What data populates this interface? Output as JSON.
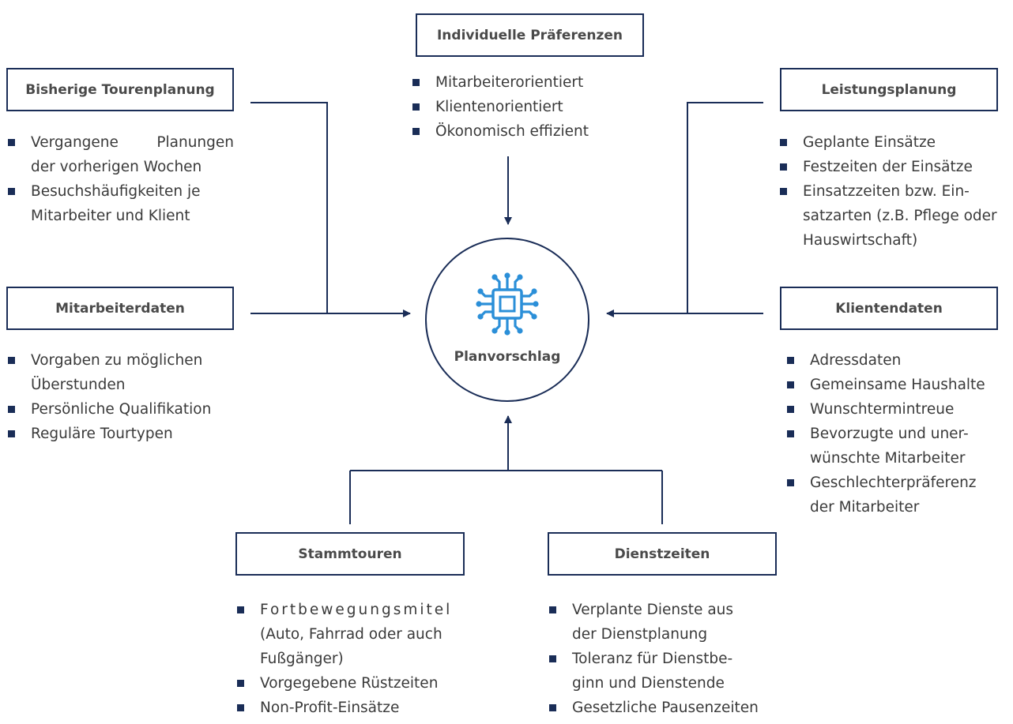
{
  "center": {
    "label": "Planvorschlag",
    "icon": "cpu-chip-icon"
  },
  "boxes": {
    "individuelle": {
      "title": "Individuelle Präferenzen",
      "items": [
        "Mitarbeiterorientiert",
        "Klientenorientiert",
        "Ökonomisch effizient"
      ]
    },
    "bisherige": {
      "title": "Bisherige Tourenplanung",
      "items": [
        "Vergangene Planungen",
        "der vorherigen Wochen",
        "Besuchshäufigkeiten je",
        "Mitarbeiter und Klient"
      ]
    },
    "leistung": {
      "title": "Leistungsplanung",
      "items": [
        "Geplante Einsätze",
        "Festzeiten der Einsätze",
        "Einsatzzeiten bzw. Ein-",
        "satzarten (z.B. Pflege oder",
        "Hauswirtschaft)"
      ]
    },
    "mitarbeiter": {
      "title": "Mitarbeiterdaten",
      "items": [
        "Vorgaben zu möglichen",
        "Überstunden",
        "Persönliche Qualifikation",
        "Reguläre Tourtypen"
      ]
    },
    "klienten": {
      "title": "Klientendaten",
      "items": [
        "Adressdaten",
        "Gemeinsame Haushalte",
        "Wunschtermintreue",
        "Bevorzugte und uner-",
        "wünschte Mitarbeiter",
        "Geschlechterpräferenz",
        "der Mitarbeiter"
      ]
    },
    "stamm": {
      "title": "Stammtouren",
      "items": [
        "Fortbewegungsmitel",
        "(Auto, Fahrrad oder auch",
        "Fußgänger)",
        "Vorgegebene Rüstzeiten",
        "Non-Profit-Einsätze"
      ]
    },
    "dienst": {
      "title": "Dienstzeiten",
      "items": [
        "Verplante Dienste aus",
        "der Dienstplanung",
        "Toleranz für Dienstbe-",
        "ginn und Dienstende",
        "Gesetzliche Pausenzeiten"
      ]
    }
  },
  "colors": {
    "primary": "#1a2d57",
    "chip": "#2b8fd8",
    "text": "#3a3a3a"
  }
}
